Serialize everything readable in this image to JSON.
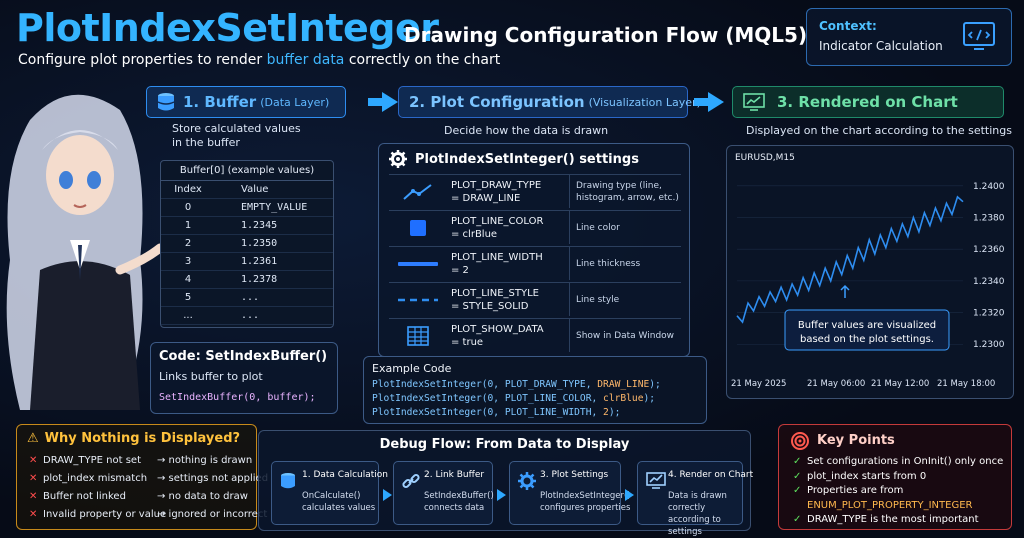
{
  "header": {
    "title": "PlotIndexSetInteger",
    "subtitle": "Drawing Configuration Flow (MQL5)",
    "tagline_prefix": "Configure plot properties to render ",
    "tagline_highlight": "buffer data",
    "tagline_suffix": " correctly on the chart"
  },
  "context": {
    "label": "Context:",
    "value": "Indicator Calculation"
  },
  "stages": [
    {
      "number": "1.",
      "title": "Buffer",
      "layer": "(Data Layer)",
      "description_line1": "Store calculated values",
      "description_line2": "in the buffer",
      "color": "#2e8df0"
    },
    {
      "number": "2.",
      "title": "Plot Configuration",
      "layer": "(Visualization Layer)",
      "description": "Decide how the data is drawn",
      "color": "#2a67c8"
    },
    {
      "number": "3.",
      "title": "Rendered on Chart",
      "layer": "",
      "description": "Displayed on the chart according to the settings",
      "color": "#1f8a6a"
    }
  ],
  "buffer_table": {
    "caption": "Buffer[0] (example values)",
    "columns": [
      "Index",
      "Value"
    ],
    "rows": [
      [
        "0",
        "EMPTY_VALUE"
      ],
      [
        "1",
        "1.2345"
      ],
      [
        "2",
        "1.2350"
      ],
      [
        "3",
        "1.2361"
      ],
      [
        "4",
        "1.2378"
      ],
      [
        "5",
        "..."
      ],
      [
        "...",
        "..."
      ]
    ]
  },
  "set_index_buffer": {
    "title": "Code: SetIndexBuffer()",
    "description": "Links buffer to plot",
    "code": "SetIndexBuffer(0, buffer);"
  },
  "settings": {
    "title": "PlotIndexSetInteger() settings",
    "rows": [
      {
        "prop1": "PLOT_DRAW_TYPE",
        "prop2": "= DRAW_LINE",
        "desc": "Drawing type (line, histogram, arrow, etc.)",
        "icon": "line-chart-icon"
      },
      {
        "prop1": "PLOT_LINE_COLOR",
        "prop2": "= clrBlue",
        "desc": "Line color",
        "icon": "color-square-icon"
      },
      {
        "prop1": "PLOT_LINE_WIDTH",
        "prop2": "= 2",
        "desc": "Line thickness",
        "icon": "line-width-icon"
      },
      {
        "prop1": "PLOT_LINE_STYLE",
        "prop2": "= STYLE_SOLID",
        "desc": "Line style",
        "icon": "dashed-line-icon"
      },
      {
        "prop1": "PLOT_SHOW_DATA",
        "prop2": "= true",
        "desc": "Show in Data Window",
        "icon": "data-grid-icon"
      }
    ]
  },
  "example_code": {
    "title": "Example Code",
    "lines": [
      {
        "prefix": "PlotIndexSetInteger(0, PLOT_DRAW_TYPE, ",
        "kw": "DRAW_LINE",
        "suffix": ");"
      },
      {
        "prefix": "PlotIndexSetInteger(0, PLOT_LINE_COLOR, ",
        "kw": "clrBlue",
        "suffix": ");"
      },
      {
        "prefix": "PlotIndexSetInteger(0, PLOT_LINE_WIDTH, ",
        "kw": "2",
        "suffix": ");"
      }
    ]
  },
  "chart_data": {
    "type": "line",
    "title": "EURUSD,M15",
    "x_ticks": [
      "21 May 2025",
      "21 May 06:00",
      "21 May 12:00",
      "21 May 18:00"
    ],
    "y_ticks": [
      "1.2400",
      "1.2380",
      "1.2360",
      "1.2340",
      "1.2320",
      "1.2300"
    ],
    "ylim": [
      1.2285,
      1.241
    ],
    "values": [
      1.2318,
      1.2314,
      1.2326,
      1.2321,
      1.233,
      1.2324,
      1.2333,
      1.2327,
      1.2336,
      1.2328,
      1.2338,
      1.2331,
      1.2342,
      1.2334,
      1.2345,
      1.2337,
      1.2348,
      1.234,
      1.2352,
      1.2344,
      1.2356,
      1.2348,
      1.2361,
      1.2353,
      1.2366,
      1.2357,
      1.2369,
      1.2361,
      1.2373,
      1.2365,
      1.2376,
      1.2368,
      1.238,
      1.2371,
      1.2383,
      1.2375,
      1.2386,
      1.2378,
      1.2389,
      1.2382,
      1.2393,
      1.239
    ],
    "annotation_line1": "Buffer values are visualized",
    "annotation_line2": "based on the plot settings.",
    "line_color": "#2e8df0"
  },
  "why_nothing": {
    "title": "Why Nothing is Displayed?",
    "rows": [
      {
        "cause": "DRAW_TYPE not set",
        "effect": "→ nothing is drawn"
      },
      {
        "cause": "plot_index mismatch",
        "effect": "→ settings not applied"
      },
      {
        "cause": "Buffer not linked",
        "effect": "→ no data to draw"
      },
      {
        "cause": "Invalid property or value",
        "effect": "→ ignored or incorrect"
      }
    ]
  },
  "debug_flow": {
    "title": "Debug Flow: From Data to Display",
    "steps": [
      {
        "title": "1. Data Calculation",
        "line1": "OnCalculate()",
        "line2": "calculates values",
        "icon": "database-icon"
      },
      {
        "title": "2. Link Buffer",
        "line1": "SetIndexBuffer()",
        "line2": "connects data",
        "icon": "link-icon"
      },
      {
        "title": "3. Plot Settings",
        "line1": "PlotIndexSetInteger()",
        "line2": "configures properties",
        "icon": "gear-icon"
      },
      {
        "title": "4. Render on Chart",
        "line1": "Data is drawn correctly",
        "line2": "according to settings",
        "icon": "monitor-chart-icon"
      }
    ]
  },
  "key_points": {
    "title": "Key Points",
    "rows": [
      {
        "text": "Set configurations in OnInit() only once"
      },
      {
        "text": "plot_index starts from 0"
      },
      {
        "text": "Properties are from"
      },
      {
        "text": "ENUM_PLOT_PROPERTY_INTEGER",
        "orange": true,
        "indent": true
      },
      {
        "text": "DRAW_TYPE is the most important"
      }
    ]
  }
}
